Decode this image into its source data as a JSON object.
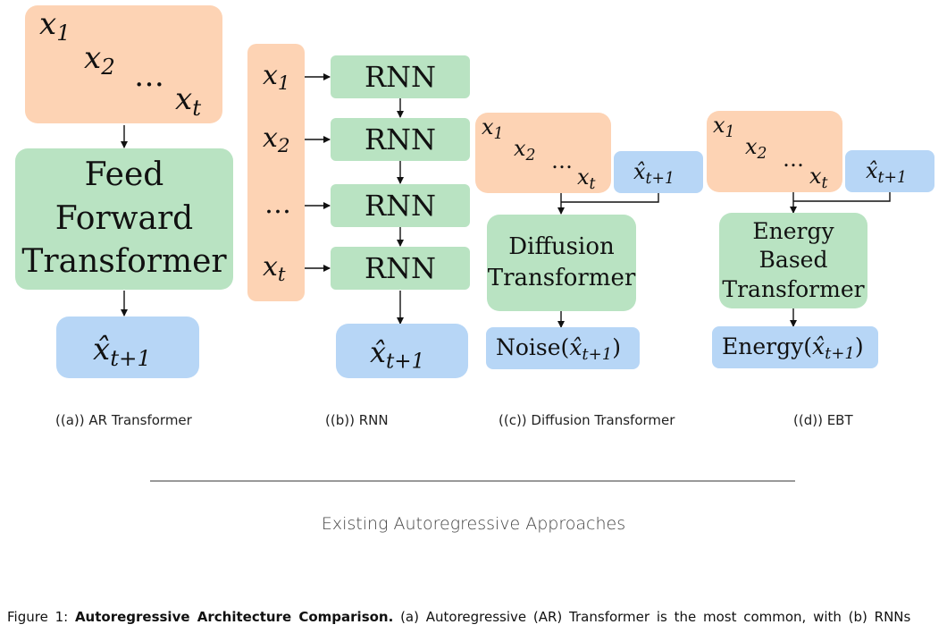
{
  "diagram": {
    "x1": "x",
    "x2": "x",
    "xt": "x",
    "sub_1": "1",
    "sub_2": "2",
    "sub_t": "t",
    "sub_t1": "t+1",
    "ellipsis": "…",
    "xhat": "x̂",
    "ar": {
      "body": "Feed Forward Transformer",
      "label": "((a)) AR Transformer"
    },
    "rnn": {
      "cell": "RNN",
      "label": "((b)) RNN"
    },
    "diffusion": {
      "body": "Diffusion Transformer",
      "out_prefix": "Noise(",
      "out_suffix": ")",
      "label": "((c)) Diffusion Transformer"
    },
    "ebt": {
      "body": "Energy Based Transformer",
      "out_prefix": "Energy(",
      "out_suffix": ")",
      "label": "((d)) EBT"
    },
    "section_title": "Existing Autoregressive Approaches"
  },
  "caption": {
    "prefix": "Figure 1: ",
    "bold": "Autoregressive Architecture Comparison.",
    "rest": " (a) Autoregressive (AR) Transformer is the most common, with (b) RNNs"
  },
  "colors": {
    "input": "#fdd3b4",
    "model": "#b9e3c2",
    "output": "#b7d6f6"
  }
}
